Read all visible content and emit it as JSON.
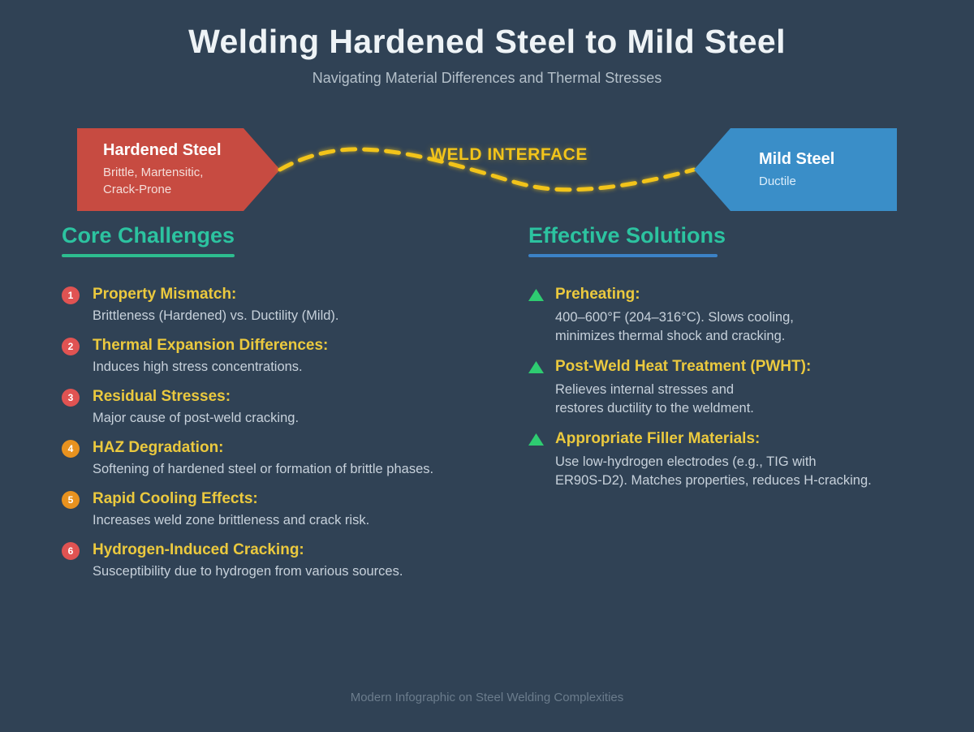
{
  "header": {
    "title": "Welding Hardened Steel to Mild Steel",
    "subtitle": "Navigating Material Differences and Thermal Stresses"
  },
  "diagram": {
    "interface_label": "WELD INTERFACE",
    "line_color": "#f2c41a",
    "hardened": {
      "name": "Hardened Steel",
      "traits": "Brittle, Martensitic,\nCrack-Prone",
      "color": "#c74b41"
    },
    "mild": {
      "name": "Mild Steel",
      "traits": "Ductile",
      "color": "#3a8ec8"
    }
  },
  "challenges": {
    "heading": "Core Challenges",
    "heading_color": "#2cc3a0",
    "underline_color": "#2dbd8f",
    "items": [
      {
        "num": "1",
        "badge_color": "#e05352",
        "title": "Property Mismatch:",
        "desc": "Brittleness (Hardened) vs. Ductility (Mild)."
      },
      {
        "num": "2",
        "badge_color": "#e05352",
        "title": "Thermal Expansion Differences:",
        "desc": "Induces high stress concentrations."
      },
      {
        "num": "3",
        "badge_color": "#e05352",
        "title": "Residual Stresses:",
        "desc": "Major cause of post-weld cracking."
      },
      {
        "num": "4",
        "badge_color": "#e8921f",
        "title": "HAZ Degradation:",
        "desc": "Softening of hardened steel or formation of brittle phases."
      },
      {
        "num": "5",
        "badge_color": "#e8921f",
        "title": "Rapid Cooling Effects:",
        "desc": "Increases weld zone brittleness and crack risk."
      },
      {
        "num": "6",
        "badge_color": "#e05352",
        "title": "Hydrogen-Induced Cracking:",
        "desc": "Susceptibility due to hydrogen from various sources."
      }
    ]
  },
  "solutions": {
    "heading": "Effective Solutions",
    "heading_color": "#2cc3a0",
    "underline_color": "#3b82c6",
    "bullet_color": "#2ecc71",
    "items": [
      {
        "title": "Preheating:",
        "desc": "400–600°F (204–316°C). Slows cooling,\nminimizes thermal shock and cracking."
      },
      {
        "title": "Post-Weld Heat Treatment (PWHT):",
        "desc": "Relieves internal stresses and\nrestores ductility to the weldment."
      },
      {
        "title": "Appropriate Filler Materials:",
        "desc": "Use low-hydrogen electrodes (e.g., TIG with\nER90S-D2). Matches properties, reduces H-cracking."
      }
    ]
  },
  "footer": {
    "caption": "Modern Infographic on Steel Welding Complexities"
  },
  "colors": {
    "background": "#304255",
    "title_text": "#eef3f6",
    "subtitle_text": "#b4c0ca",
    "accent_yellow": "#ebc93e",
    "body_text": "#c7d1db",
    "footer_text": "#6b7c8c"
  }
}
